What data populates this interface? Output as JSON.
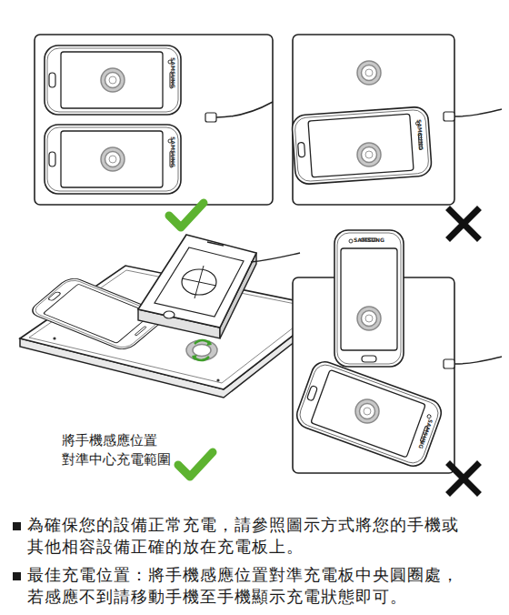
{
  "diagram": {
    "labels": [
      "SAMSUNG",
      "SAMSUNG",
      "SAMSUNG",
      "SAMSUNG",
      "SAMSUNG",
      "將手機感應位置 對準中心充電範圍",
      "為確保您的設備正常充電，請參照圖示方式將您的手機或其他相容設備正確的放在充電板上。",
      "最佳充電位置：將手機感應位置對準充電板中央圓圈處，若感應不到請移動手機至手機顯示充電狀態即可。"
    ]
  }
}
